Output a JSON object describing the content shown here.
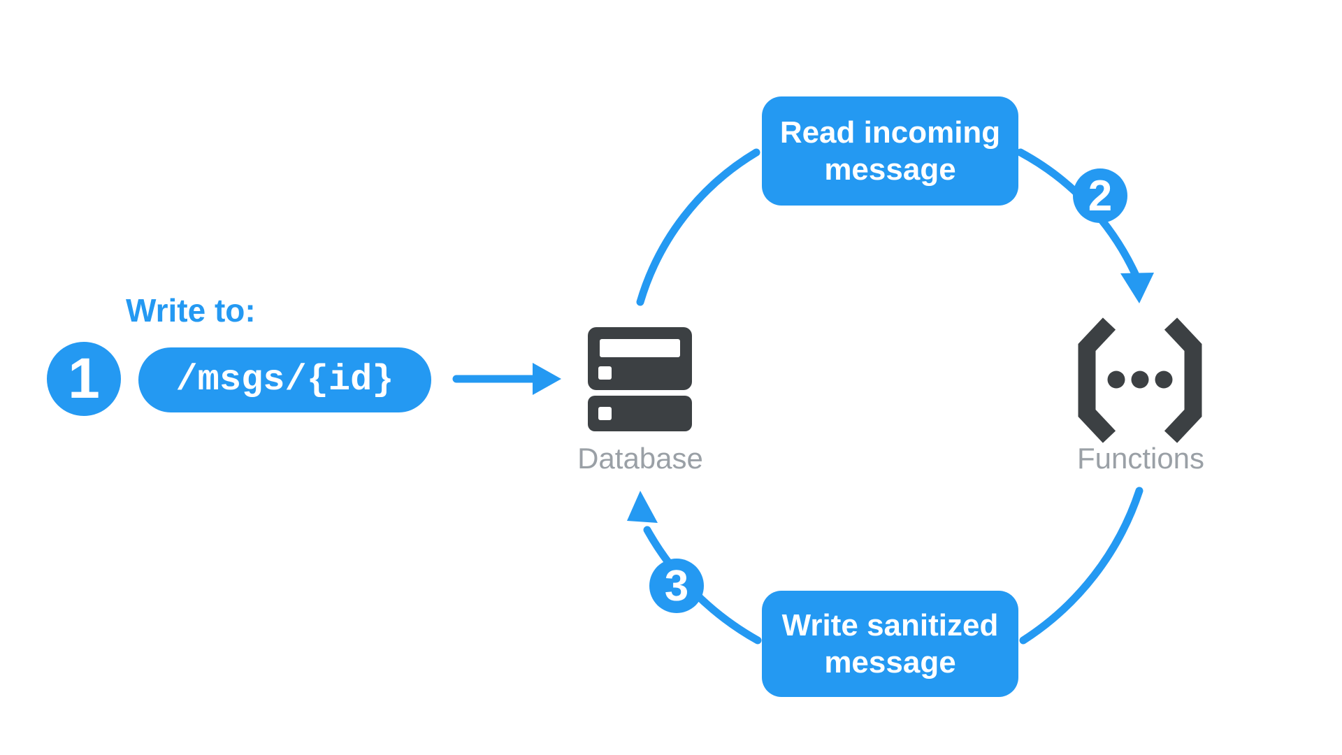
{
  "diagram": {
    "colors": {
      "accent_blue": "#2499f2",
      "icon_dark": "#3c4043",
      "label_gray": "#9aa0a6",
      "text_white": "#ffffff",
      "background": "#ffffff"
    },
    "write_flow": {
      "label": "Write to:",
      "step_badge": "1",
      "db_path": "/msgs/{id}"
    },
    "nodes": {
      "database": {
        "label": "Database",
        "icon": "database-server-icon"
      },
      "functions": {
        "label": "Functions",
        "icon": "cloud-functions-icon"
      }
    },
    "cycle": {
      "read_step_badge": "2",
      "write_step_badge": "3",
      "read_box_lines": [
        "Read incoming",
        "message"
      ],
      "write_box_lines": [
        "Write sanitized",
        "message"
      ]
    }
  }
}
